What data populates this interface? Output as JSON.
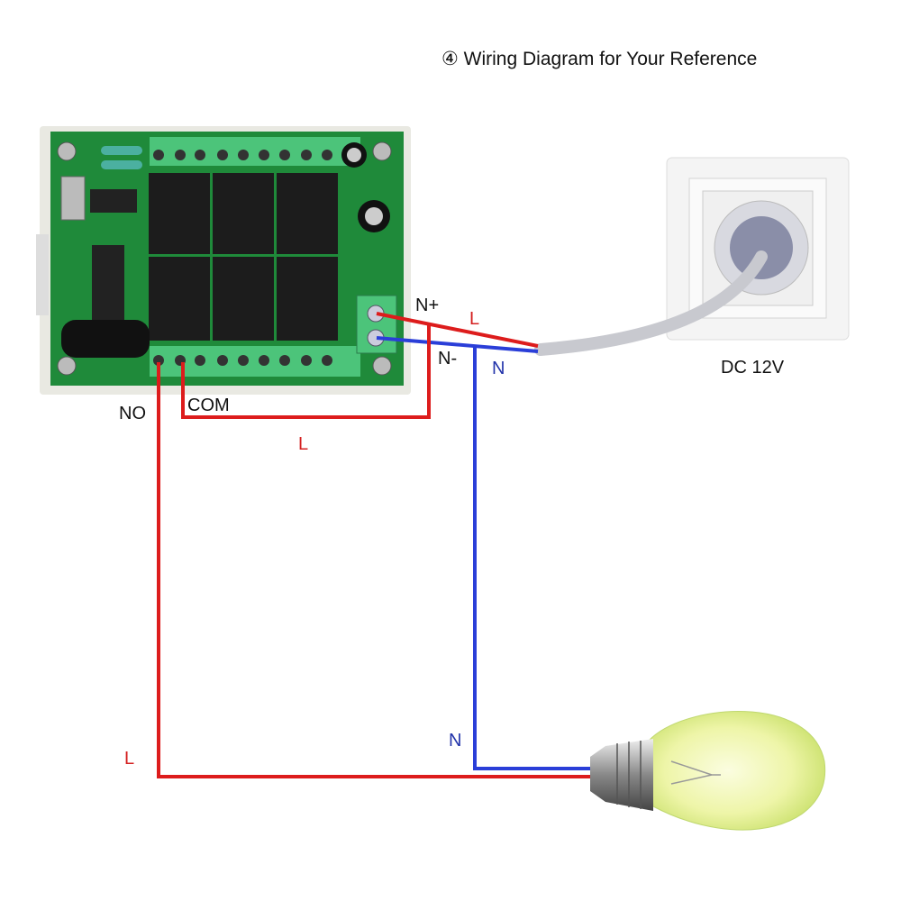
{
  "title": "④ Wiring Diagram for Your Reference",
  "labels": {
    "n_plus": "N+",
    "n_minus": "N-",
    "l_supply": "L",
    "n_supply": "N",
    "no": "NO",
    "com": "COM",
    "l_com_loop": "L",
    "l_lamp": "L",
    "n_lamp": "N",
    "power_source": "DC 12V"
  },
  "colors": {
    "live_wire": "#dd1c1c",
    "neutral_wire": "#2a3ed8",
    "pcb": "#1f8a3a",
    "terminal": "#4cc47a",
    "relay": "#1c1c1c",
    "cable": "#c8c9cf",
    "bulb_glass": "#eef5a8"
  },
  "components": [
    "relay-board",
    "wall-socket",
    "light-bulb"
  ]
}
